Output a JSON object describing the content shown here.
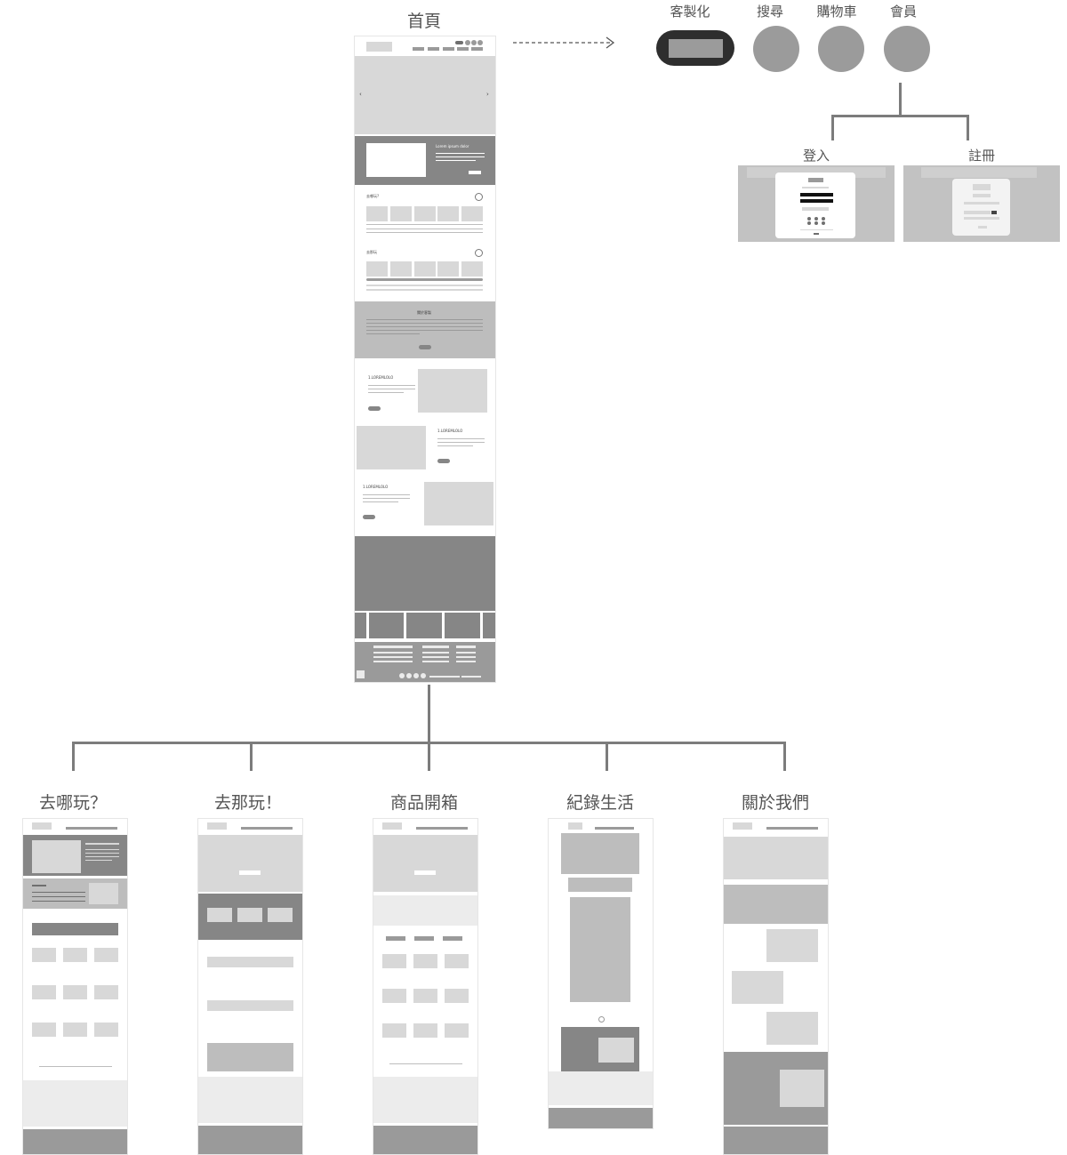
{
  "home": {
    "title": "首頁",
    "strip_title": "Lorem ipsum dolor",
    "section_labels": [
      "去哪玩?",
      "去那玩"
    ],
    "banner_title": "關於客製",
    "feature_title": "1.LOREMLOLO"
  },
  "header_functions": {
    "items": [
      "客製化",
      "搜尋",
      "購物車",
      "會員"
    ]
  },
  "member": {
    "login": "登入",
    "register": "註冊"
  },
  "subpages": {
    "items": [
      "去哪玩？",
      "去那玩！",
      "商品開箱",
      "紀錄生活",
      "關於我們"
    ]
  }
}
